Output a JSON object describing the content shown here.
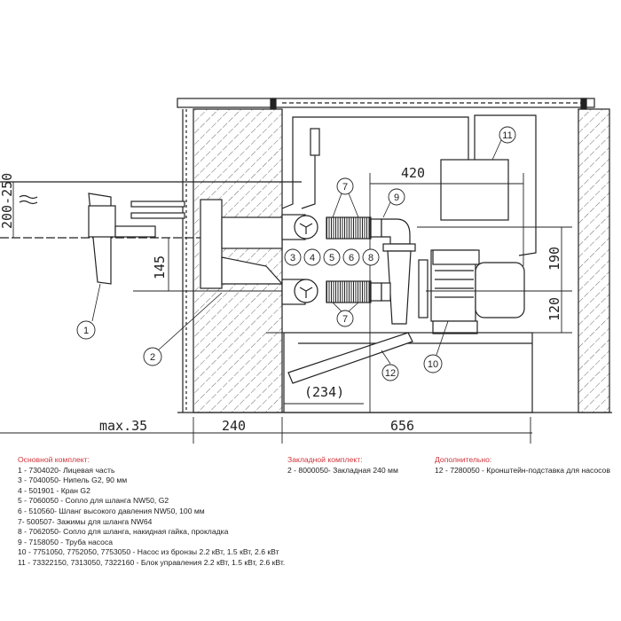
{
  "drawing": {
    "dimensions": {
      "water_level": "200-250",
      "d145": "145",
      "d420": "420",
      "d190": "190",
      "d120": "120",
      "d234": "(234)",
      "max35": "max.35",
      "d240": "240",
      "d656": "656"
    },
    "callouts": {
      "c1": "1",
      "c2": "2",
      "c3": "3",
      "c4": "4",
      "c5": "5",
      "c6": "6",
      "c7a": "7",
      "c7b": "7",
      "c8": "8",
      "c9": "9",
      "c10": "10",
      "c11": "11",
      "c12": "12"
    }
  },
  "legend": {
    "main": {
      "title": "Основной комплект:",
      "items": [
        "1 - 7304020- Лицевая часть",
        "3 - 7040050- Нипель G2, 90 мм",
        "4 - 501901 - Кран G2",
        "5 - 7060050 - Сопло для шланга NW50, G2",
        "6 - 510560- Шланг высокого давления NW50, 100 мм",
        "7- 500507- Зажимы для шланга NW64",
        "8 - 7062050- Сопло для шланга, накидная гайка, прокладка",
        "9 - 7158050 - Труба насоса",
        "10 - 7751050, 7752050, 7753050 - Насос из бронзы 2.2 кВт, 1.5 кВт, 2.6 кВт",
        "11 - 73322150, 7313050, 7322160 - Блок управления 2.2 кВт, 1.5 кВт, 2.6 кВт."
      ]
    },
    "embedded": {
      "title": "Закладной комплект:",
      "items": [
        "2 - 8000050- Закладная 240 мм"
      ]
    },
    "additional": {
      "title": "Дополнительно:",
      "items": [
        "12 - 7280050 - Кронштейн-подставка для насосов"
      ]
    }
  },
  "colors": {
    "heading": "#d0343a",
    "line": "#222222"
  }
}
